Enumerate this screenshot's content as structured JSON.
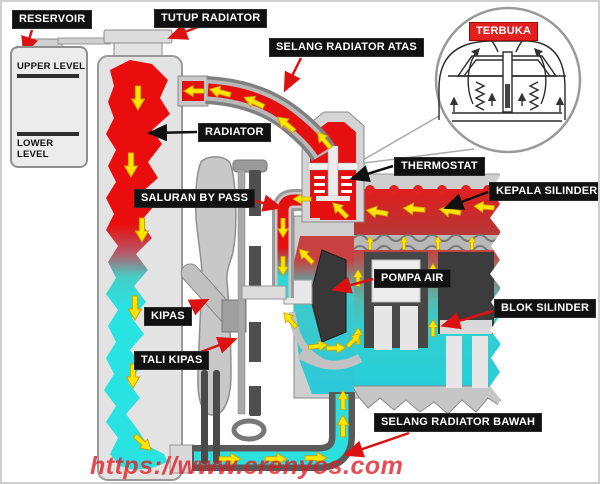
{
  "watermark": {
    "text": "https://www.crenyos.com"
  },
  "reservoir": {
    "upper_level": "UPPER LEVEL",
    "lower_level": "LOWER LEVEL"
  },
  "callouts": {
    "reservoir": "RESERVOIR",
    "tutup_radiator": "TUTUP RADIATOR",
    "selang_radiator_atas": "SELANG RADIATOR ATAS",
    "terbuka": "TERBUKA",
    "radiator": "RADIATOR",
    "saluran_by_pass": "SALURAN BY PASS",
    "thermostat": "THERMOSTAT",
    "kepala_silinder": "KEPALA SILINDER",
    "pompa_air": "POMPA AIR",
    "blok_silinder": "BLOK SILINDER",
    "kipas": "KIPAS",
    "tali_kipas": "TALI KIPAS",
    "selang_radiator_bawah": "SELANG RADIATOR BAWAH"
  },
  "colors": {
    "hot_coolant": "#e60f0f",
    "cold_coolant": "#2ce0e0",
    "flow_arrow": "#ffe400",
    "callout_arrow_red": "#dd1111",
    "callout_arrow_black": "#111111",
    "label_bg": "#111111",
    "label_text": "#ffffff",
    "terbuka_bg": "#e32020",
    "metal": "#cfcfcf"
  }
}
